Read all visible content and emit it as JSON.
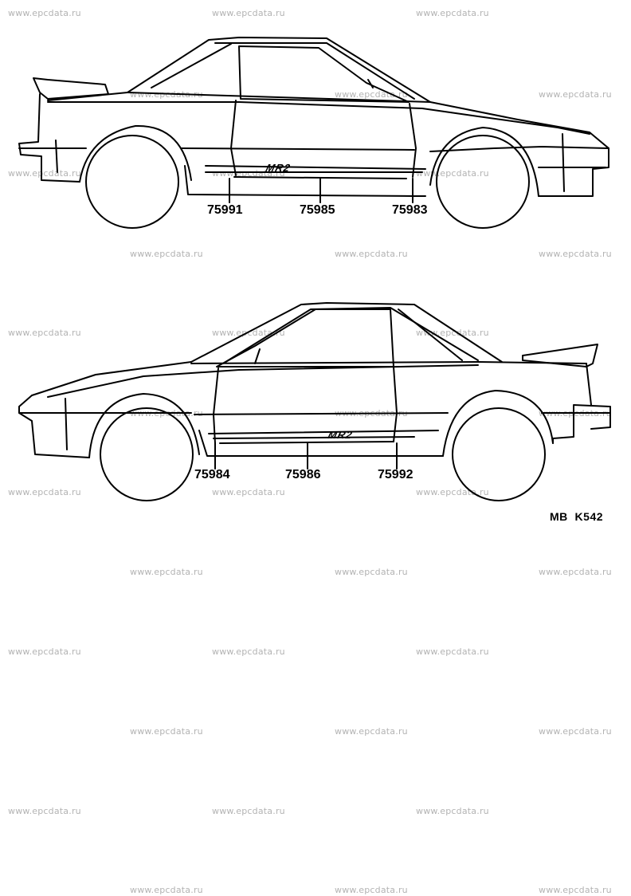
{
  "watermark": "www.epcdata.ru",
  "diagrams": {
    "right_side": {
      "callouts": [
        "75991",
        "75985",
        "75983"
      ],
      "emblem": "MR2"
    },
    "left_side": {
      "callouts": [
        "75984",
        "75986",
        "75992"
      ],
      "emblem": "MR2"
    }
  },
  "figure_code": "MB  K542"
}
